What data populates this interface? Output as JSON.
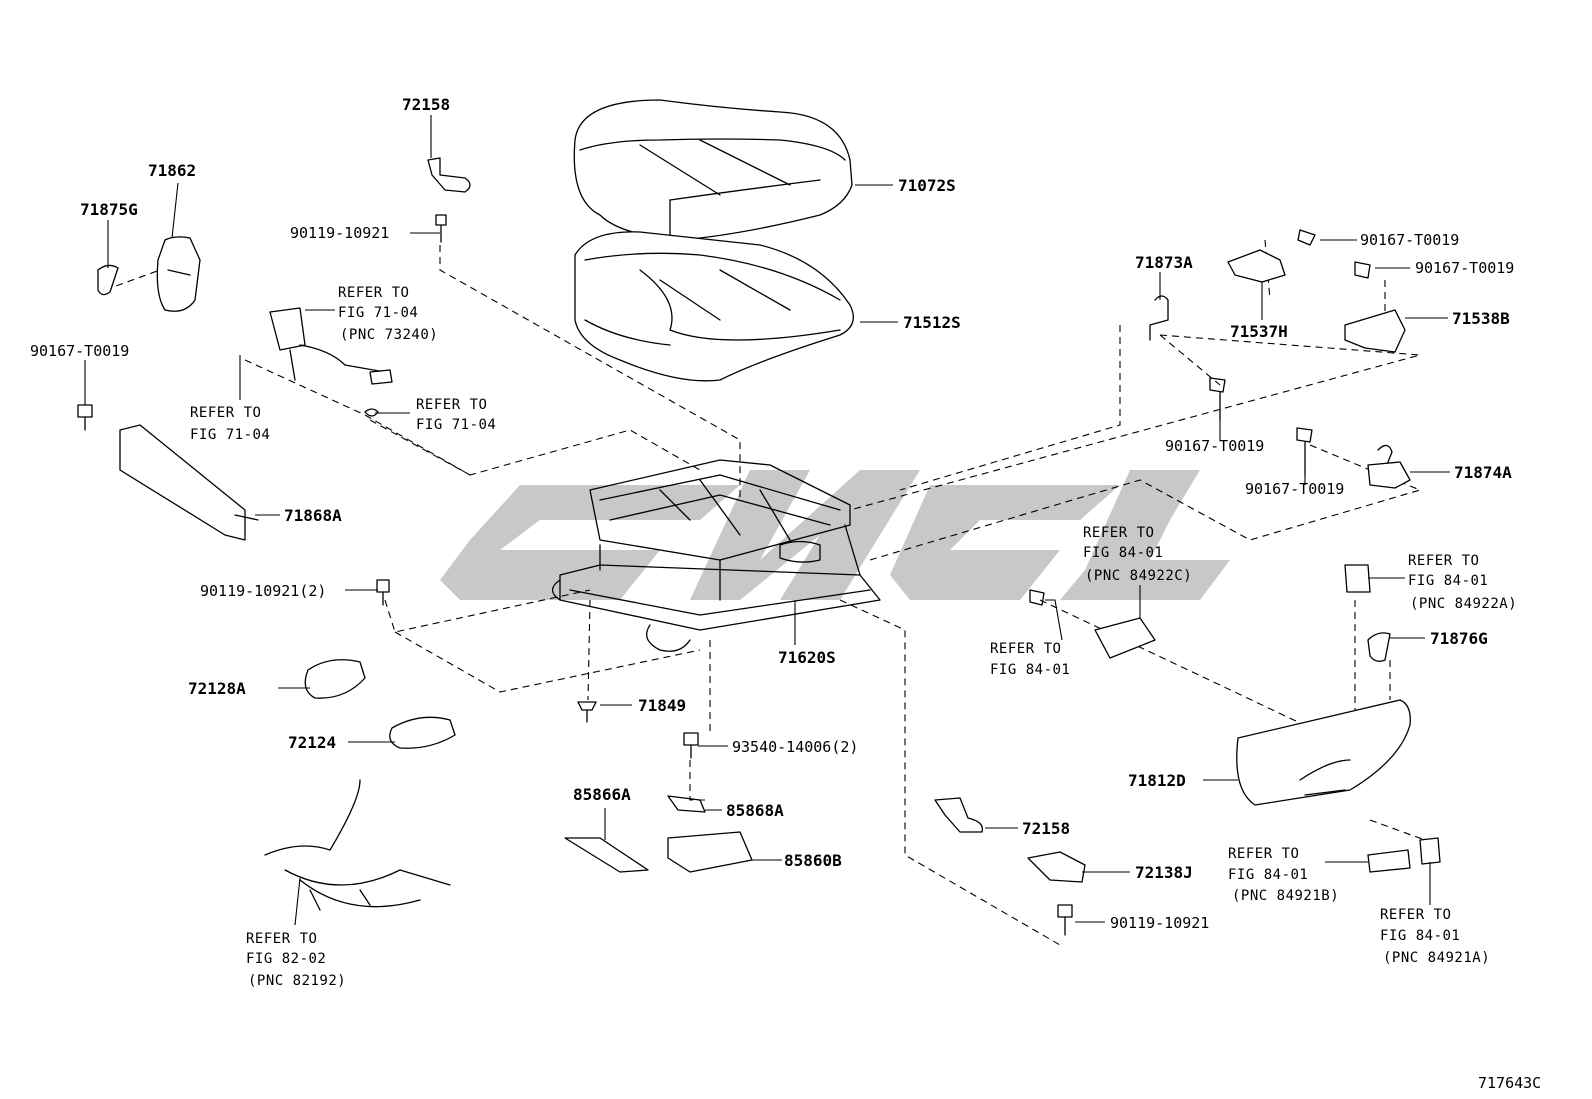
{
  "parts": {
    "p72158_top": "72158",
    "p71862": "71862",
    "p71875g": "71875G",
    "p90119_10921_top": "90119-10921",
    "p71072s": "71072S",
    "p71512s": "71512S",
    "p71873a": "71873A",
    "p90167_t0019_a": "90167-T0019",
    "p90167_t0019_b": "90167-T0019",
    "p71537h": "71537H",
    "p71538b": "71538B",
    "p90167_t0019_left": "90167-T0019",
    "p90167_t0019_mid": "90167-T0019",
    "p90167_t0019_low": "90167-T0019",
    "p71874a": "71874A",
    "p71868a": "71868A",
    "p90119_10921_2": "90119-10921(2)",
    "p71620s": "71620S",
    "p72128a": "72128A",
    "p71849": "71849",
    "p72124": "72124",
    "p93540_14006_2": "93540-14006(2)",
    "p85866a": "85866A",
    "p85868a": "85868A",
    "p85860b": "85860B",
    "p71876g": "71876G",
    "p71812d": "71812D",
    "p72158_low": "72158",
    "p72138j": "72138J",
    "p90119_10921_low": "90119-10921"
  },
  "refs": {
    "r1": {
      "l1": "REFER TO",
      "l2": "FIG 71-04",
      "l3": "(PNC 73240)"
    },
    "r2": {
      "l1": "REFER TO",
      "l2": "FIG 71-04"
    },
    "r3": {
      "l1": "REFER TO",
      "l2": "FIG 71-04"
    },
    "r4": {
      "l1": "REFER TO",
      "l2": "FIG 84-01",
      "l3": "(PNC 84922C)"
    },
    "r5": {
      "l1": "REFER TO",
      "l2": "FIG 84-01"
    },
    "r6": {
      "l1": "REFER TO",
      "l2": "FIG 84-01",
      "l3": "(PNC 84922A)"
    },
    "r7": {
      "l1": "REFER TO",
      "l2": "FIG 82-02",
      "l3": "(PNC 82192)"
    },
    "r8": {
      "l1": "REFER TO",
      "l2": "FIG 84-01",
      "l3": "(PNC 84921B)"
    },
    "r9": {
      "l1": "REFER TO",
      "l2": "FIG 84-01",
      "l3": "(PNC 84921A)"
    }
  },
  "diagram_code": "717643C",
  "colors": {
    "line": "#000000",
    "watermark": "#9a9a9a",
    "background": "#ffffff"
  }
}
